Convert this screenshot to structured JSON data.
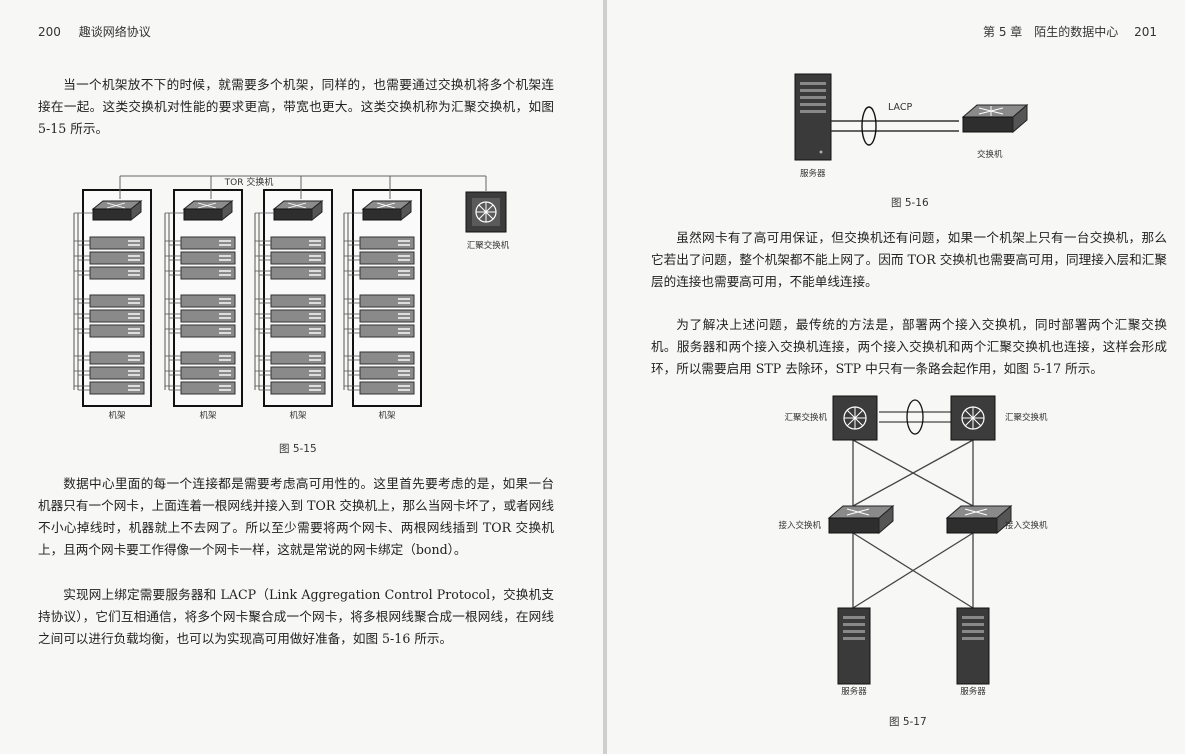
{
  "left_page": {
    "page_number": "200",
    "book_title": "趣谈网络协议",
    "para1": "当一个机架放不下的时候，就需要多个机架，同样的，也需要通过交换机将多个机架连接在一起。这类交换机对性能的要求更高，带宽也更大。这类交换机称为汇聚交换机，如图 5-15 所示。",
    "figure_5_15": {
      "tor_label": "TOR 交换机",
      "agg_label": "汇聚交换机",
      "rack_labels": [
        "机架",
        "机架",
        "机架",
        "机架"
      ],
      "caption": "图 5-15"
    },
    "para2": "数据中心里面的每一个连接都是需要考虑高可用性的。这里首先要考虑的是，如果一台机器只有一个网卡，上面连着一根网线并接入到 TOR 交换机上，那么当网卡坏了，或者网线不小心掉线时，机器就上不去网了。所以至少需要将两个网卡、两根网线插到 TOR 交换机上，且两个网卡要工作得像一个网卡一样，这就是常说的网卡绑定（bond）。",
    "para3": "实现网上绑定需要服务器和 LACP（Link Aggregation Control Protocol，交换机支持协议），它们互相通信，将多个网卡聚合成一个网卡，将多根网线聚合成一根网线，在网线之间可以进行负载均衡，也可以为实现高可用做好准备，如图 5-16 所示。"
  },
  "right_page": {
    "chapter": "第 5 章　陌生的数据中心",
    "page_number": "201",
    "figure_5_16": {
      "lacp_label": "LACP",
      "server_label": "服务器",
      "switch_label": "交换机",
      "caption": "图 5-16"
    },
    "para1": "虽然网卡有了高可用保证，但交换机还有问题，如果一个机架上只有一台交换机，那么它若出了问题，整个机架都不能上网了。因而 TOR 交换机也需要高可用，同理接入层和汇聚层的连接也需要高可用，不能单线连接。",
    "para2": "为了解决上述问题，最传统的方法是，部署两个接入交换机，同时部署两个汇聚交换机。服务器和两个接入交换机连接，两个接入交换机和两个汇聚交换机也连接，这样会形成环，所以需要启用 STP 去除环，STP 中只有一条路会起作用，如图 5-17 所示。",
    "figure_5_17": {
      "agg_left": "汇聚交换机",
      "agg_right": "汇聚交换机",
      "access_left": "接入交换机",
      "access_right": "接入交换机",
      "server_left": "服务器",
      "server_right": "服务器",
      "caption": "图 5-17"
    }
  }
}
